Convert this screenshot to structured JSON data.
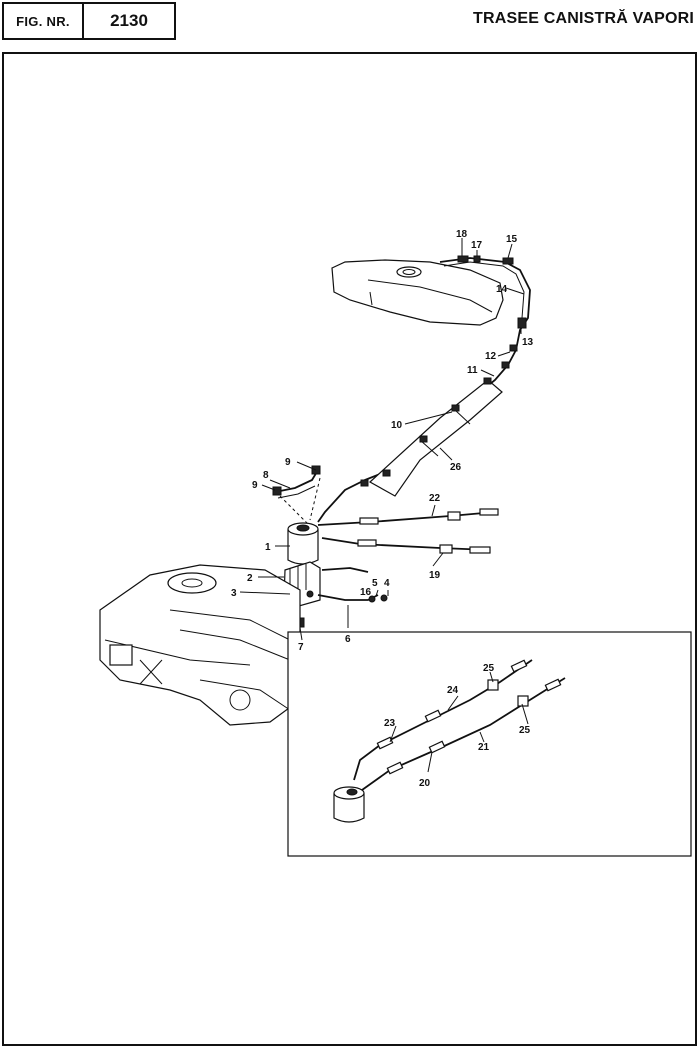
{
  "header": {
    "fig_label": "FIG. NR.",
    "fig_number": "2130",
    "title": "TRASEE CANISTRĂ VAPORI"
  },
  "callouts": [
    "1",
    "2",
    "3",
    "4",
    "5",
    "6",
    "7",
    "8",
    "9",
    "9",
    "10",
    "11",
    "12",
    "13",
    "14",
    "15",
    "16",
    "17",
    "18",
    "19",
    "20",
    "21",
    "22",
    "23",
    "24",
    "25",
    "25",
    "26"
  ]
}
